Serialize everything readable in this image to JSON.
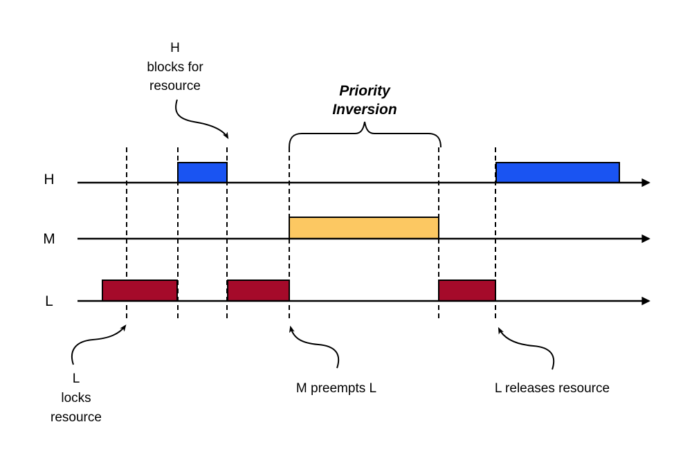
{
  "figure": {
    "kind": "priority-inversion-timing-diagram",
    "title_line1": "Priority",
    "title_line2": "Inversion",
    "rows": [
      {
        "label": "H"
      },
      {
        "label": "M"
      },
      {
        "label": "L"
      }
    ],
    "annotations": {
      "h_blocks_line1": "H",
      "h_blocks_line2": "blocks for",
      "h_blocks_line3": "resource",
      "l_locks_line1": "L",
      "l_locks_line2": "locks",
      "l_locks_line3": "resource",
      "m_preempts": "M preempts L",
      "l_releases": "L releases resource"
    },
    "colors": {
      "high_task_bar": "#1a54f2",
      "medium_task_bar": "#fcc862",
      "low_task_bar": "#a50a2a",
      "ink": "#000000"
    }
  }
}
